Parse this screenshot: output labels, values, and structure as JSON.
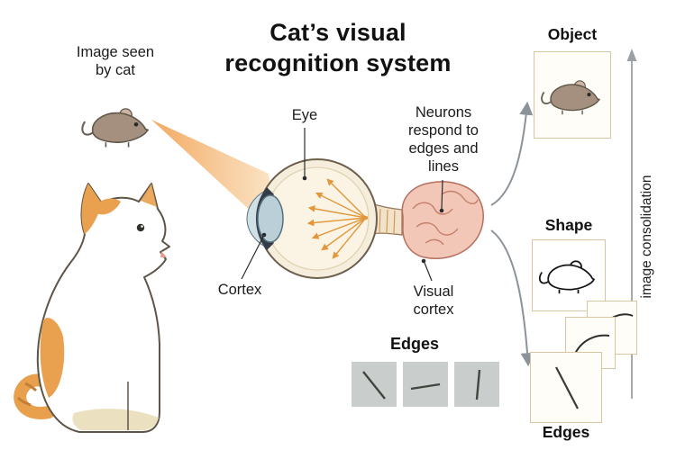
{
  "title": "Cat’s visual\nrecognition system",
  "left": {
    "image_seen_by_cat": "Image seen\nby cat"
  },
  "eye_diagram": {
    "eye_label": "Eye",
    "cortex_label": "Cortex",
    "neurons_label": "Neurons\nrespond to\nedges and\nlines",
    "visual_cortex_label": "Visual\ncortex"
  },
  "bottom": {
    "edges_label": "Edges"
  },
  "right": {
    "object_label": "Object",
    "shape_label": "Shape",
    "edges_label": "Edges",
    "consolidation_label": "image consolidation"
  },
  "colors": {
    "accent_orange": "#eaa14f",
    "cone_orange": "#f2a559",
    "brain_pink": "#f3c7b7",
    "brain_outline": "#b5705e",
    "box_border": "#d9c5a2",
    "box_fill": "#fffdf8",
    "eye_cream": "#f6eedd",
    "lens_blue": "#bacfd8",
    "tile_gray": "#c9cdcc",
    "arrow_gray": "#8b9299",
    "text_dark": "#1b1b1b"
  }
}
